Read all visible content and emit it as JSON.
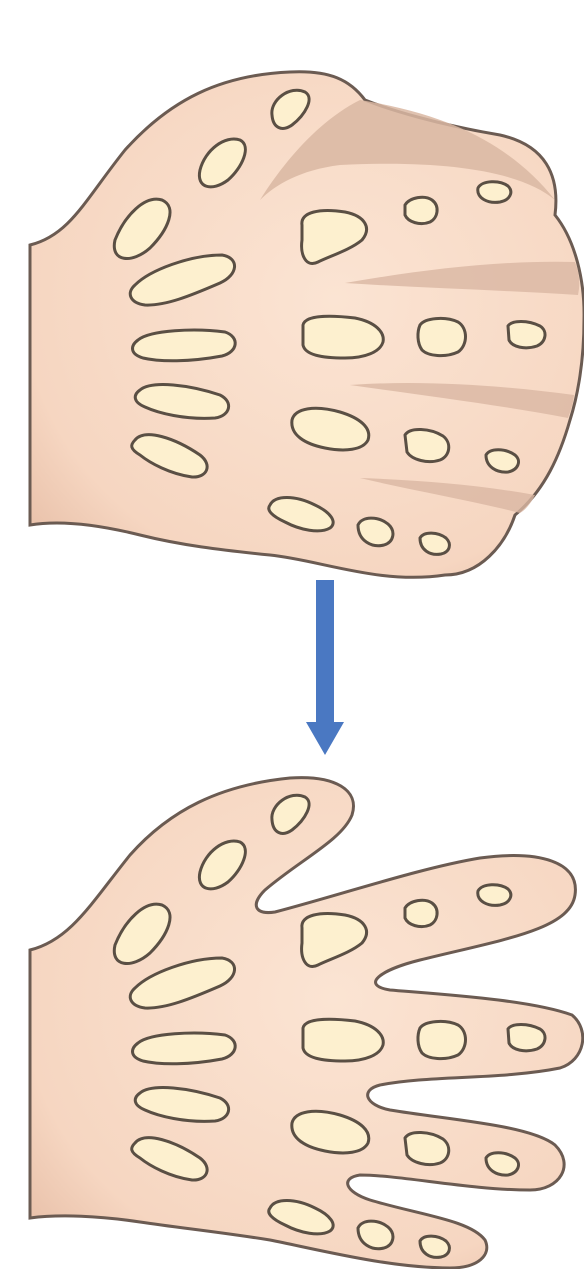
{
  "diagram": {
    "panels": [
      {
        "id": "webbed",
        "state": "webbed hand"
      },
      {
        "id": "separated",
        "state": "hand with separated fingers"
      }
    ],
    "arrow": {
      "direction": "down"
    },
    "colors": {
      "skin": "#f7dac6",
      "skin_outline": "#6b5b52",
      "webbing": "#d4b19d",
      "bone": "#fdf0cf",
      "bone_outline": "#5a4f44",
      "arrow": "#4a78c2",
      "background": "#ffffff"
    }
  }
}
